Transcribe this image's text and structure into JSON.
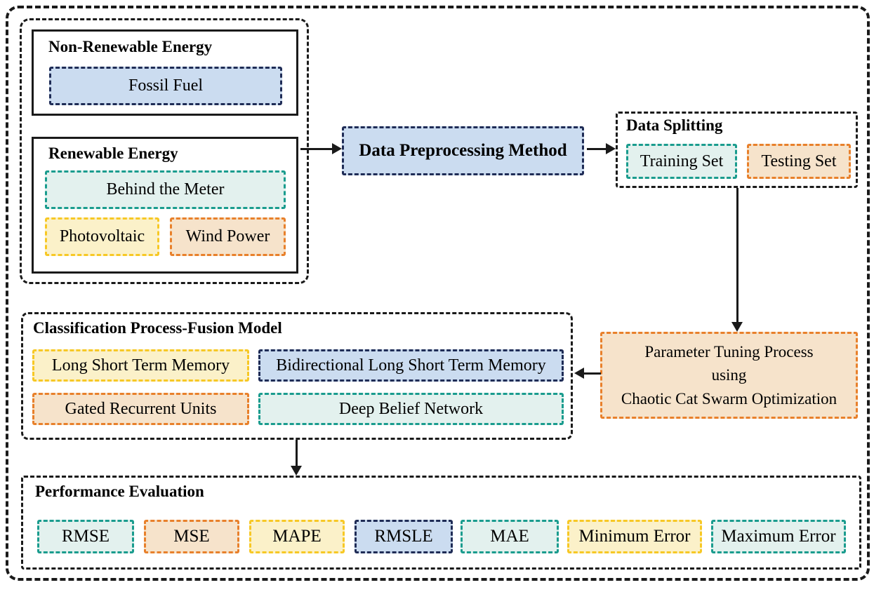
{
  "figure": {
    "type": "flowchart",
    "description": "Energy load forecasting framework flow diagram"
  },
  "palette": {
    "outline": "#1a1a1a",
    "navy_border": "#1f2c56",
    "blue_fill": "#cbdcf0",
    "teal_border": "#1a9c8e",
    "teal_fill": "#e3f1ee",
    "yellow_border": "#f7c825",
    "yellow_fill": "#fbf1c9",
    "orange_border": "#e8802b",
    "orange_fill": "#f6e3cb"
  },
  "input": {
    "non_renewable": {
      "title": "Non-Renewable Energy",
      "items": [
        {
          "label": "Fossil Fuel",
          "color": "navy"
        }
      ]
    },
    "renewable": {
      "title": "Renewable Energy",
      "items": [
        {
          "label": "Behind the Meter",
          "color": "teal"
        },
        {
          "label": "Photovoltaic",
          "color": "yellow"
        },
        {
          "label": "Wind Power",
          "color": "orange"
        }
      ]
    }
  },
  "preprocessing": {
    "label": "Data Preprocessing Method",
    "color": "navy"
  },
  "data_splitting": {
    "title": "Data Splitting",
    "items": [
      {
        "label": "Training Set",
        "color": "teal"
      },
      {
        "label": "Testing Set",
        "color": "orange"
      }
    ]
  },
  "parameter_tuning": {
    "lines": [
      "Parameter Tuning Process",
      "using",
      "Chaotic Cat Swarm Optimization"
    ],
    "color": "orange"
  },
  "classification": {
    "title": "Classification Process-Fusion Model",
    "items": [
      {
        "label": "Long Short Term Memory",
        "color": "yellow"
      },
      {
        "label": "Bidirectional Long Short Term Memory",
        "color": "navy"
      },
      {
        "label": "Gated Recurrent Units",
        "color": "orange"
      },
      {
        "label": "Deep Belief Network",
        "color": "teal"
      }
    ]
  },
  "performance": {
    "title": "Performance Evaluation",
    "metrics": [
      {
        "label": "RMSE",
        "color": "teal"
      },
      {
        "label": "MSE",
        "color": "orange"
      },
      {
        "label": "MAPE",
        "color": "yellow"
      },
      {
        "label": "RMSLE",
        "color": "navy"
      },
      {
        "label": "MAE",
        "color": "teal"
      },
      {
        "label": "Minimum Error",
        "color": "yellow"
      },
      {
        "label": "Maximum Error",
        "color": "teal"
      }
    ]
  }
}
